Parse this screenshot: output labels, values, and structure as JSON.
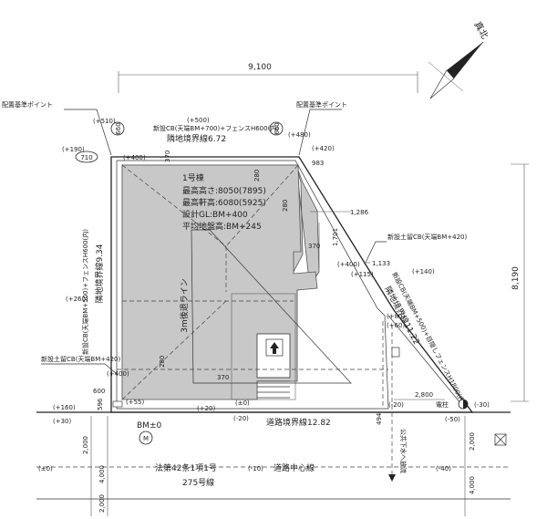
{
  "north_label": "真北",
  "north_mark": "N",
  "dimensions": {
    "top_width": "9,100",
    "right_height": "8,190",
    "d_983": "983",
    "d_1286": "1,286",
    "d_1701": "1,701",
    "d_1133": "1,133",
    "d_2800": "2,800",
    "d_280a": "280",
    "d_280b": "280",
    "d_280c": "280",
    "d_370a": "370",
    "d_370b": "370",
    "d_370c": "370",
    "d_600": "600",
    "d_596": "596",
    "d_494": "494",
    "left_2000a": "2,000",
    "left_4000": "4,000",
    "left_2000b": "2,000",
    "right_2000": "2,000",
    "right_4000": "4,000"
  },
  "levels": {
    "p510": "(+510)",
    "p500": "(+500)",
    "p480": "(+480)",
    "p190": "(+190)",
    "p420a": "(+420)",
    "p400a": "(+400)",
    "p260": "(+260)",
    "p400b": "(+400)",
    "p400c": "(+400)",
    "p115": "(+115)",
    "p140": "(+140)",
    "p80": "(+80)",
    "p60": "(+60)",
    "p160": "(+160)",
    "p55": "(+55)",
    "p30a": "(+30)",
    "p20": "(+20)",
    "m20a": "(-20)",
    "pm0a": "(±0)",
    "m20b": "(-20)",
    "m30": "(-30)",
    "m50": "(-50)",
    "pm0b": "(±0)",
    "m10": "(-10)",
    "m40": "(-40)"
  },
  "labels": {
    "ref_point_left": "配置基準ポイント",
    "ref_point_right": "配置基準ポイント",
    "circle_660_left": "660",
    "circle_660_right": "660",
    "circle_710": "710",
    "top_fence": "新設CB(天端BM+700)+フェンスH600(内)",
    "top_boundary": "隣地境界線6.72",
    "left_fence": "新設CB(天端BM+500)+フェンスH600(内)",
    "left_boundary": "隣地境界線9.34",
    "left_retaining": "新設土留CB(天端BM+420)",
    "right_retaining": "新設土留CB(天端BM+420)",
    "right_fence": "新設CB(天端BM+500)+目隠しフェンスH1800(内)",
    "right_boundary": "隣地境界線11.22",
    "road_boundary": "道路境界線12.82",
    "road_center": "道路中心線",
    "road_law": "法第42条1項1号",
    "road_name": "275号線",
    "bm": "BM±0",
    "bm_mark": "M",
    "pole": "電柱",
    "drain": "公共下水へ放流",
    "setback_line": "3m後退ライン"
  },
  "building": {
    "name": "1号棟",
    "max_height": "最高高さ:8050(7895)",
    "max_eave": "最高軒高:6080(5925)",
    "design_gl": "設計GL:BM+400",
    "avg_ground": "平均地盤高:BM+245"
  }
}
